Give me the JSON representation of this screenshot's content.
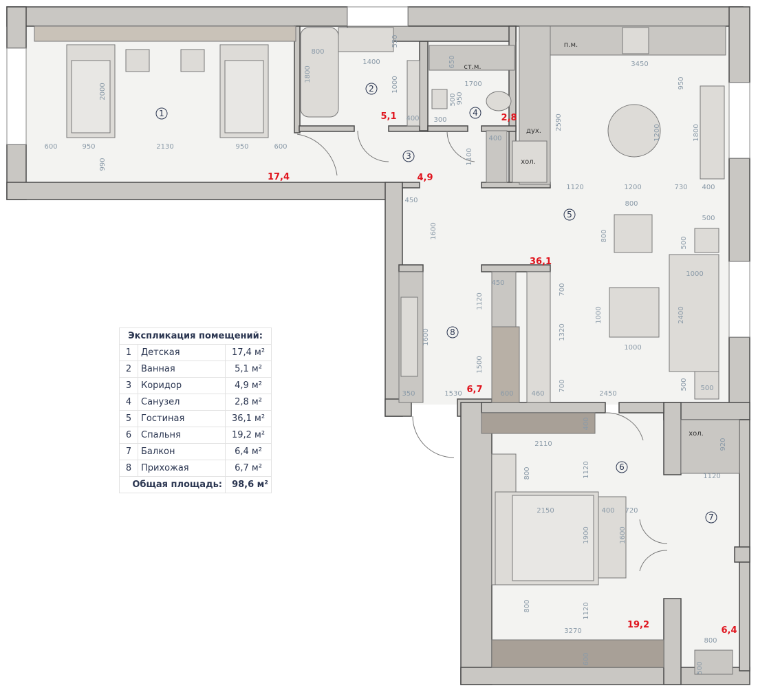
{
  "legend": {
    "title": "Экспликация помещений:",
    "rows": [
      {
        "num": "1",
        "name": "Детская",
        "area": "17,4 м²"
      },
      {
        "num": "2",
        "name": "Ванная",
        "area": "5,1 м²"
      },
      {
        "num": "3",
        "name": "Коридор",
        "area": "4,9 м²"
      },
      {
        "num": "4",
        "name": "Санузел",
        "area": "2,8 м²"
      },
      {
        "num": "5",
        "name": "Гостиная",
        "area": "36,1 м²"
      },
      {
        "num": "6",
        "name": "Спальня",
        "area": "19,2 м²"
      },
      {
        "num": "7",
        "name": "Балкон",
        "area": "6,4 м²"
      },
      {
        "num": "8",
        "name": "Прихожая",
        "area": "6,7 м²"
      }
    ],
    "total_label": "Общая площадь:",
    "total_value": "98,6 м²"
  },
  "room_numbers": [
    "1",
    "2",
    "3",
    "4",
    "5",
    "6",
    "7",
    "8"
  ],
  "room_areas": [
    "17,4",
    "5,1",
    "4,9",
    "2,8",
    "36,1",
    "19,2",
    "6,4",
    "6,7"
  ],
  "fixture_labels": [
    "ст.м.",
    "п.м.",
    "дух.",
    "хол.",
    "хол."
  ],
  "dimensions": [
    "2000",
    "600",
    "950",
    "2130",
    "950",
    "600",
    "990",
    "800",
    "1800",
    "550",
    "1400",
    "1000",
    "400",
    "650",
    "1700",
    "500",
    "950",
    "300",
    "1100",
    "400",
    "3450",
    "950",
    "2590",
    "1200",
    "1800",
    "1120",
    "1200",
    "730",
    "400",
    "800",
    "500",
    "800",
    "500",
    "1000",
    "700",
    "1000",
    "2400",
    "1320",
    "1000",
    "700",
    "500",
    "500",
    "2450",
    "450",
    "1600",
    "450",
    "1120",
    "1600",
    "1500",
    "350",
    "1530",
    "600",
    "460",
    "400",
    "2110",
    "1120",
    "800",
    "2150",
    "400",
    "720",
    "1900",
    "1600",
    "800",
    "1120",
    "3270",
    "600",
    "920",
    "1120",
    "800",
    "500"
  ],
  "colors": {
    "wall": "#c9c7c3",
    "floor": "#f3f3f1",
    "furniture": "#dddbd7",
    "area": "#e0141e",
    "dim": "#8a9aa8"
  }
}
